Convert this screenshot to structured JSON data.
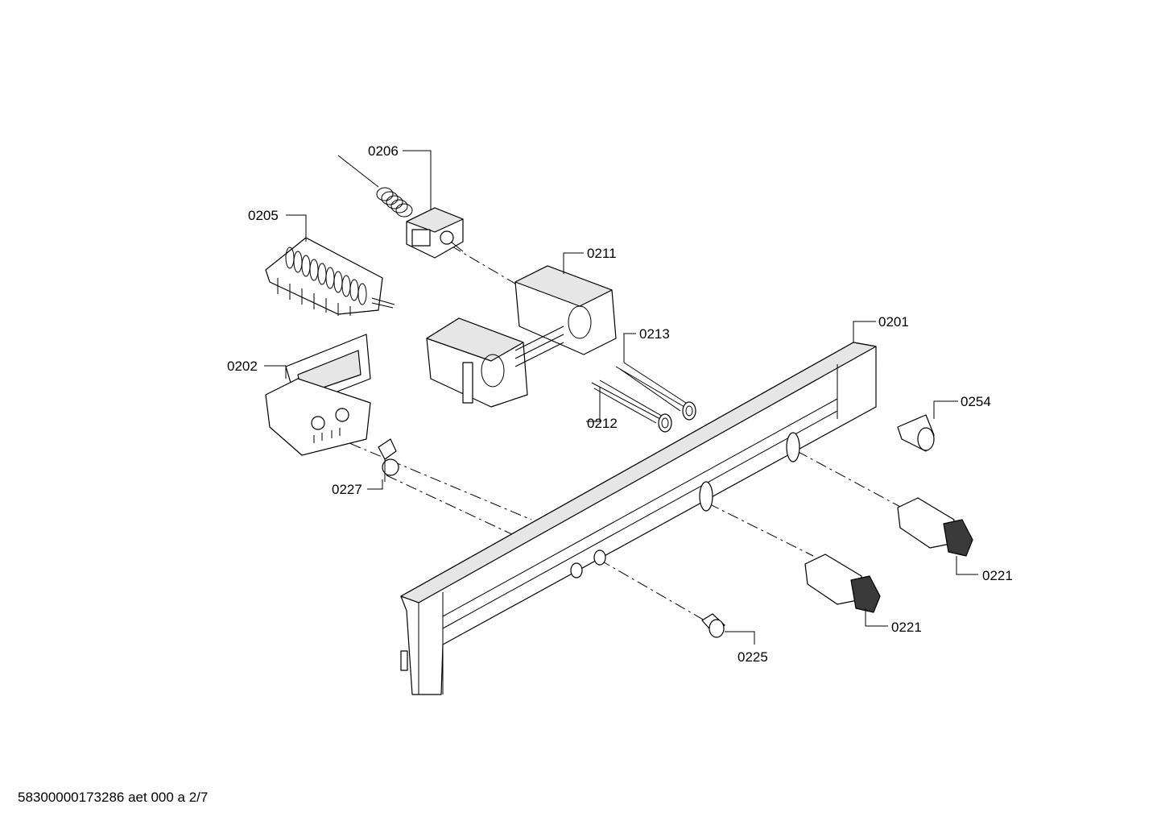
{
  "callouts": {
    "p0206": "0206",
    "p0205": "0205",
    "p0211": "0211",
    "p0213": "0213",
    "p0212": "0212",
    "p0201": "0201",
    "p0202": "0202",
    "p0254": "0254",
    "p0227": "0227",
    "p0221a": "0221",
    "p0221b": "0221",
    "p0225": "0225"
  },
  "footer": "58300000173286 aet 000 a 2/7"
}
